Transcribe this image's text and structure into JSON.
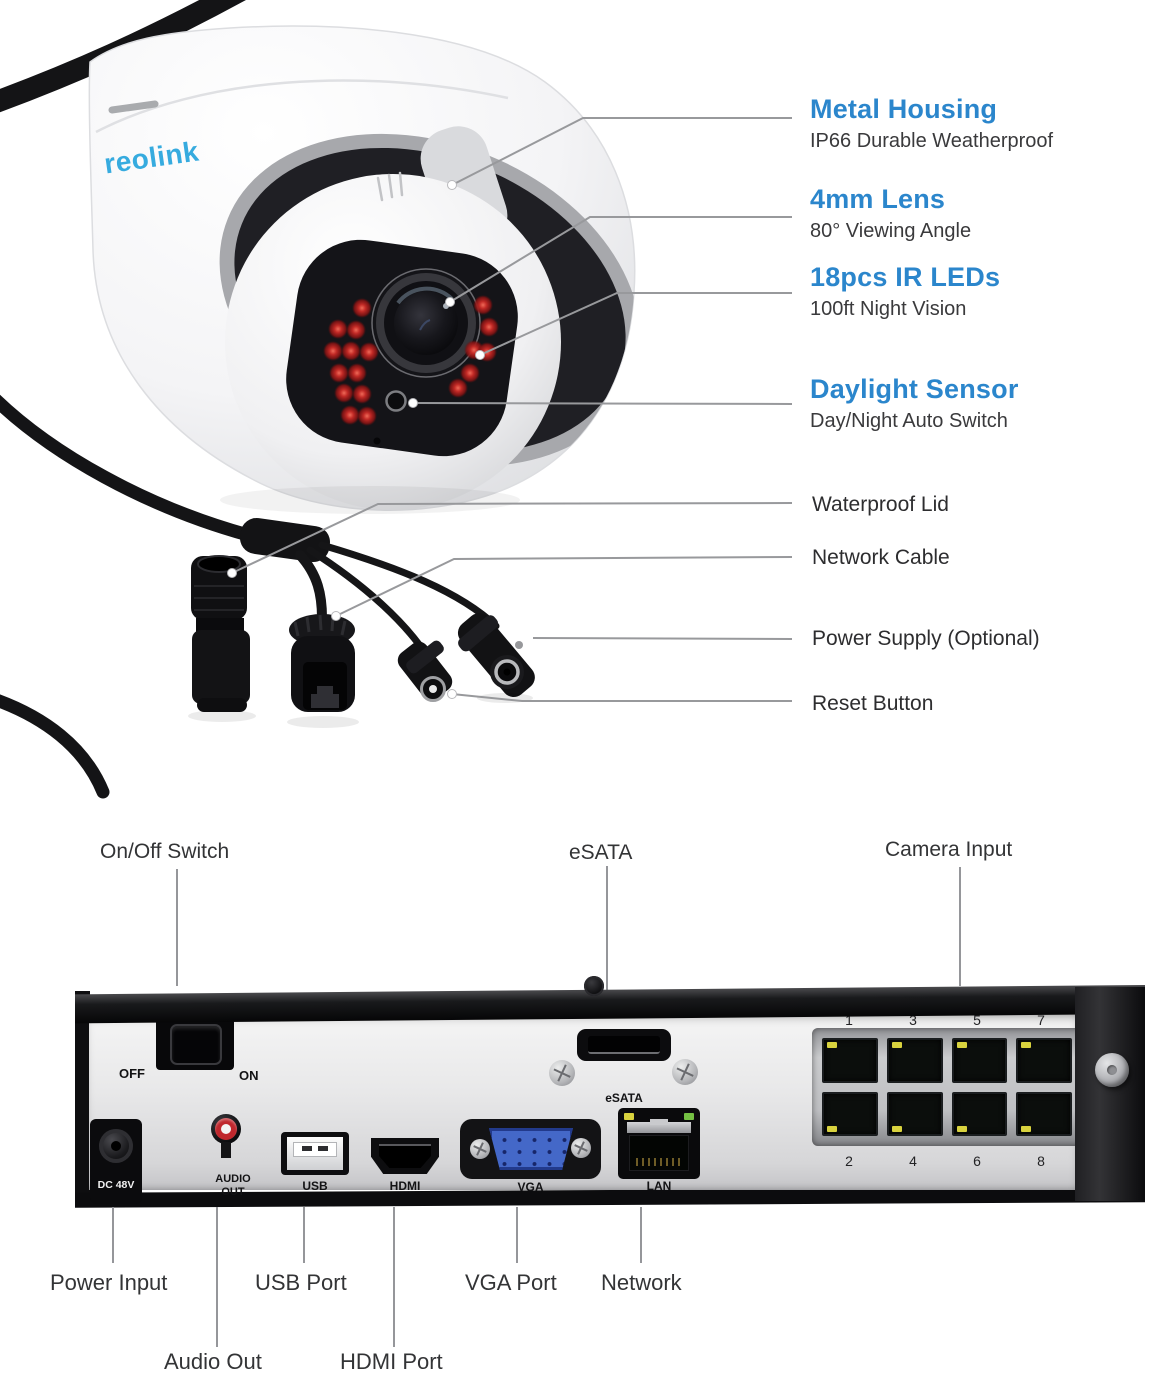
{
  "brand": {
    "logo_text": "reolink"
  },
  "camera_callouts": [
    {
      "title": "Metal Housing",
      "subtitle": "IP66 Durable Weatherproof"
    },
    {
      "title": "4mm Lens",
      "subtitle": "80° Viewing Angle"
    },
    {
      "title": "18pcs IR LEDs",
      "subtitle": "100ft Night Vision"
    },
    {
      "title": "Daylight Sensor",
      "subtitle": "Day/Night Auto Switch"
    }
  ],
  "cable_callouts": [
    {
      "label": "Waterproof Lid"
    },
    {
      "label": "Network Cable"
    },
    {
      "label": "Power Supply (Optional)"
    },
    {
      "label": "Reset Button"
    }
  ],
  "nvr": {
    "top_labels": [
      {
        "label": "On/Off Switch"
      },
      {
        "label": "eSATA"
      },
      {
        "label": "Camera Input"
      }
    ],
    "panel": {
      "off": "OFF",
      "on": "ON",
      "dc": "DC 48V",
      "audio_line1": "AUDIO",
      "audio_line2": "OUT",
      "usb": "USB",
      "hdmi": "HDMI",
      "vga": "VGA",
      "lan": "LAN",
      "esata": "eSATA"
    },
    "port_numbers_top": [
      "1",
      "3",
      "5",
      "7"
    ],
    "port_numbers_bottom": [
      "2",
      "4",
      "6",
      "8"
    ],
    "bottom_labels_row1": [
      {
        "label": "Power Input"
      },
      {
        "label": "USB Port"
      },
      {
        "label": "VGA Port"
      },
      {
        "label": "Network"
      }
    ],
    "bottom_labels_row2": [
      {
        "label": "Audio Out"
      },
      {
        "label": "HDMI Port"
      }
    ]
  },
  "colors": {
    "accent_blue": "#2b86cc",
    "logo_blue": "#36abdf",
    "ir_led_red": "#c22a26",
    "vga_blue": "#4468c8",
    "lan_led_yellow": "#d8d23e",
    "lan_led_green": "#74c043",
    "rca_red": "#c0272d"
  }
}
